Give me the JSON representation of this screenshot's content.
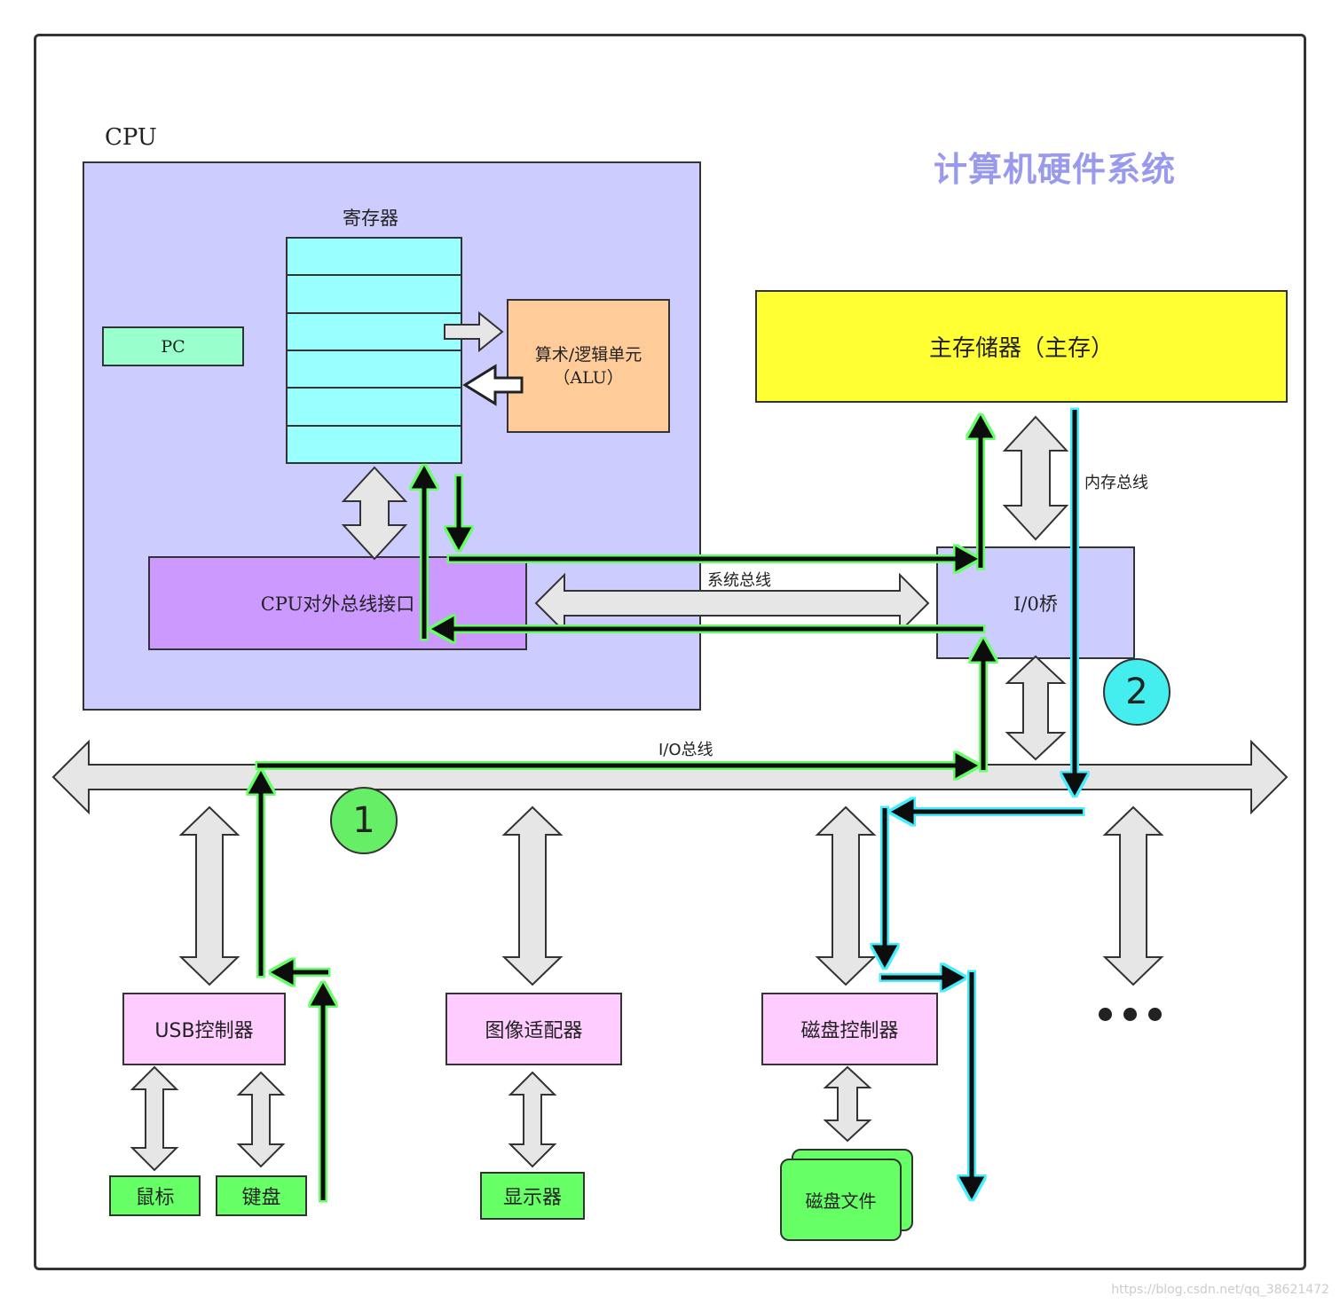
{
  "title": "计算机硬件系统",
  "colors": {
    "title": "#9999ee",
    "cpu_fill": "#ccccff",
    "register_fill": "#99ffff",
    "alu_fill": "#ffcc99",
    "pc_fill": "#99ffcc",
    "bus_interface_fill": "#cc99ff",
    "memory_fill": "#ffff33",
    "io_bridge_fill": "#ccccff",
    "controller_fill": "#ffccff",
    "device_fill": "#66ff66",
    "bus_arrow_fill": "#e6e6e6",
    "path1_glow": "#66ff66",
    "path2_glow": "#44eeff",
    "marker1_fill": "#66ee66",
    "marker2_fill": "#44eeee"
  },
  "cpu": {
    "label": "CPU",
    "registers": {
      "label": "寄存器",
      "rows": 6
    },
    "pc": {
      "label": "PC"
    },
    "alu": {
      "line1": "算术/逻辑单元",
      "line2": "（ALU）"
    },
    "bus_interface": {
      "label": "CPU对外总线接口"
    }
  },
  "main_memory": {
    "label": "主存储器（主存）"
  },
  "io_bridge": {
    "label": "I/0桥"
  },
  "buses": {
    "system": "系统总线",
    "memory": "内存总线",
    "io": "I/O总线"
  },
  "controllers": {
    "usb": "USB控制器",
    "graphics": "图像适配器",
    "disk": "磁盘控制器"
  },
  "devices": {
    "mouse": "鼠标",
    "keyboard": "键盘",
    "display": "显示器",
    "disk_file": "磁盘文件"
  },
  "markers": {
    "path1": "1",
    "path2": "2"
  },
  "watermark": "https://blog.csdn.net/qq_38621472"
}
